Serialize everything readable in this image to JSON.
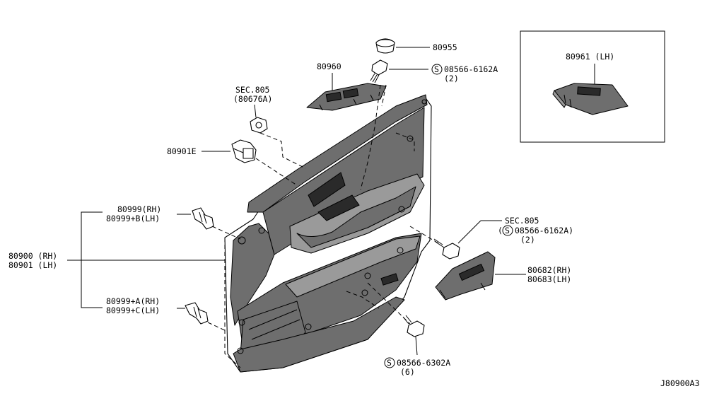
{
  "diagram": {
    "ref_code": "J80900A3",
    "labels": {
      "p80955": "80955",
      "p80960": "80960",
      "screw_top_a": "08566-6162A",
      "screw_top_b": "(2)",
      "sec805_top_a": "SEC.805",
      "sec805_top_b": "(80676A)",
      "p80901e": "80901E",
      "p80961": "80961 (LH)",
      "clip_upper_rh": "80999(RH)",
      "clip_upper_lh": "80999+B(LH)",
      "trim_rh": "80900 (RH)",
      "trim_lh": "80901 (LH)",
      "clip_lower_rh": "80999+A(RH)",
      "clip_lower_lh": "80999+C(LH)",
      "sec805_mid": "SEC.805",
      "screw_mid_a": "08566-6162A)",
      "screw_mid_b": "(2)",
      "p80682": "80682(RH)",
      "p80683": "80683(LH)",
      "screw_bot_a": "08566-6302A",
      "screw_bot_b": "(6)"
    },
    "symbols": {
      "s_mark": "S",
      "paren_open": "("
    }
  }
}
